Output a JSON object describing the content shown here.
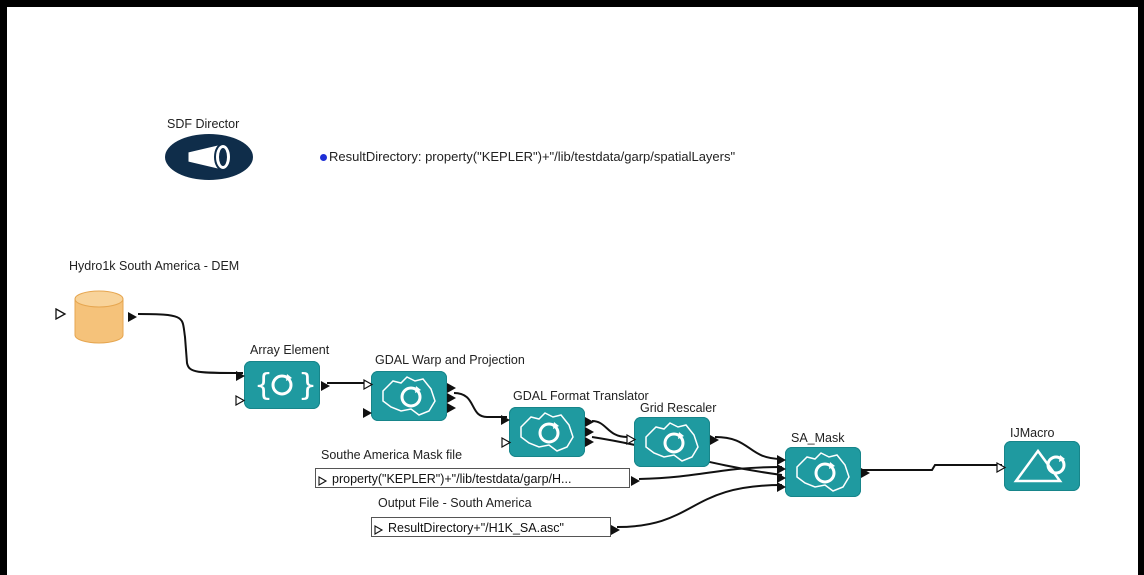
{
  "director": {
    "label": "SDF Director"
  },
  "parameter": {
    "text": "ResultDirectory: property(\"KEPLER\")+\"/lib/testdata/garp/spatialLayers\"",
    "dot_color": "#1e2fd6"
  },
  "nodes": {
    "dem": {
      "label": "Hydro1k South America - DEM",
      "icon": "database-cylinder-icon",
      "color": "#f5c27a"
    },
    "array_element": {
      "label": "Array Element",
      "icon": "array-refresh-icon"
    },
    "gdal_warp": {
      "label": "GDAL Warp and Projection",
      "icon": "australia-map-refresh-icon"
    },
    "gdal_format": {
      "label": "GDAL Format Translator",
      "icon": "australia-map-refresh-icon"
    },
    "grid_rescaler": {
      "label": "Grid Rescaler",
      "icon": "australia-map-refresh-icon"
    },
    "sa_mask": {
      "label": "SA_Mask",
      "icon": "australia-map-refresh-icon"
    },
    "ijmacro": {
      "label": "IJMacro",
      "icon": "mountain-refresh-icon"
    }
  },
  "inputs": {
    "mask_file": {
      "label": "Southe America Mask file",
      "value": "property(\"KEPLER\")+\"/lib/testdata/garp/H..."
    },
    "output_file": {
      "label": "Output File - South America",
      "value": "ResultDirectory+\"/H1K_SA.asc\""
    }
  },
  "colors": {
    "actor": "#1f9aa0",
    "director": "#0f2d4a",
    "frame": "#000000"
  }
}
